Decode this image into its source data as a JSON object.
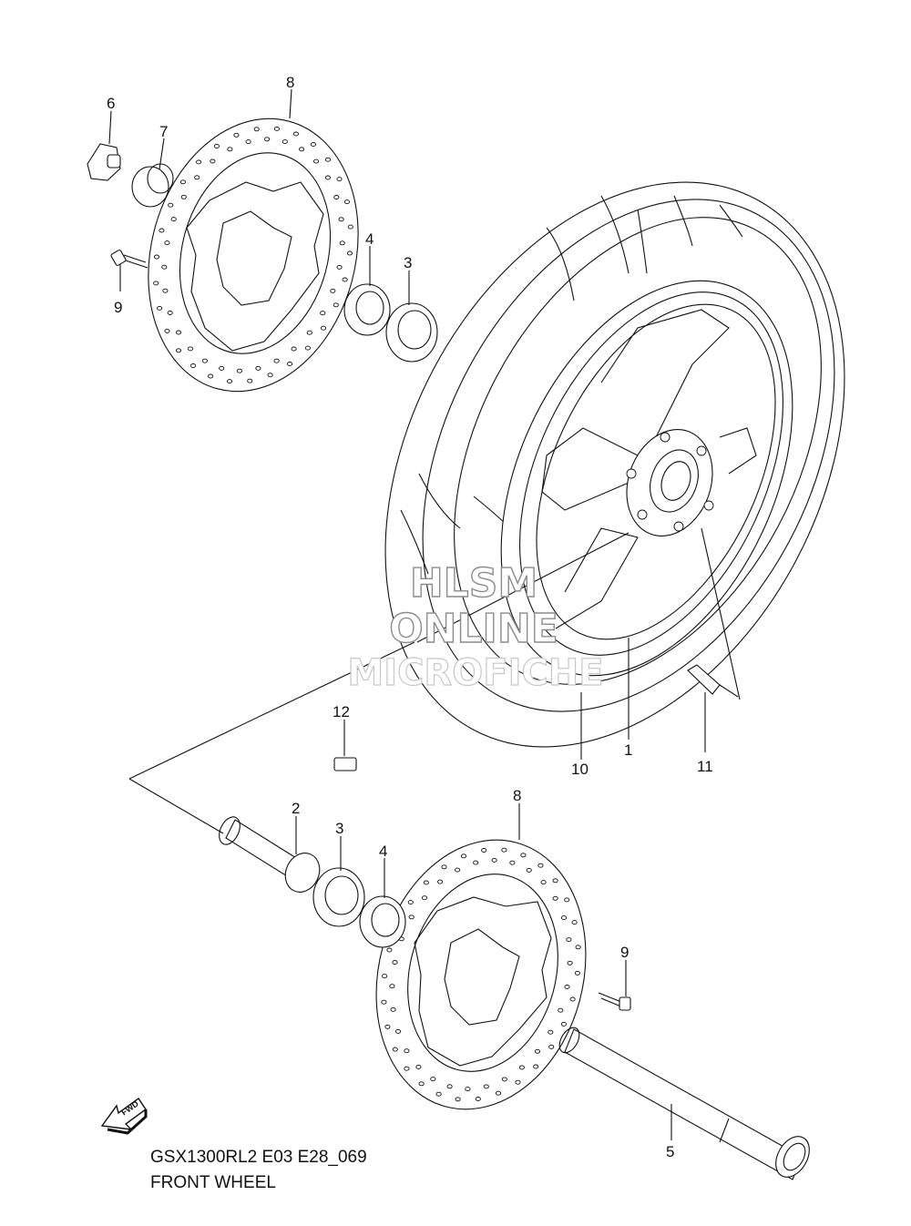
{
  "diagram": {
    "model_code": "GSX1300RL2 E03 E28_069",
    "title": "FRONT WHEEL",
    "fwd_label": "FWD",
    "watermark": [
      "HLSM",
      "ONLINE",
      "MICROFICHE"
    ],
    "callouts": [
      {
        "id": "c6",
        "label": "6"
      },
      {
        "id": "c7",
        "label": "7"
      },
      {
        "id": "c8a",
        "label": "8"
      },
      {
        "id": "c9a",
        "label": "9"
      },
      {
        "id": "c4a",
        "label": "4"
      },
      {
        "id": "c3a",
        "label": "3"
      },
      {
        "id": "c12",
        "label": "12"
      },
      {
        "id": "c10",
        "label": "10"
      },
      {
        "id": "c1",
        "label": "1"
      },
      {
        "id": "c11",
        "label": "11"
      },
      {
        "id": "c2",
        "label": "2"
      },
      {
        "id": "c3b",
        "label": "3"
      },
      {
        "id": "c4b",
        "label": "4"
      },
      {
        "id": "c8b",
        "label": "8"
      },
      {
        "id": "c9b",
        "label": "9"
      },
      {
        "id": "c5",
        "label": "5"
      }
    ]
  }
}
